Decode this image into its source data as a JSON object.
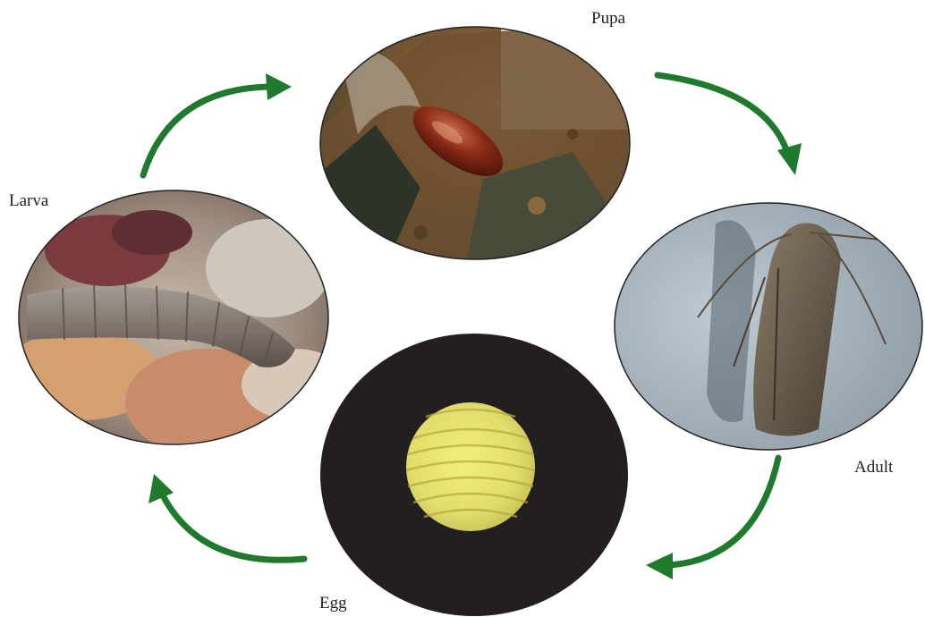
{
  "stages": {
    "pupa": {
      "label": "Pupa",
      "icon": "pupa-photo"
    },
    "larva": {
      "label": "Larva",
      "icon": "larva-photo"
    },
    "adult": {
      "label": "Adult",
      "icon": "moth-photo"
    },
    "egg": {
      "label": "Egg",
      "icon": "egg-photo"
    }
  },
  "colors": {
    "arrow": "#1f7a2e",
    "egg_background": "#231f20",
    "egg_fill": "#e6e77a"
  }
}
